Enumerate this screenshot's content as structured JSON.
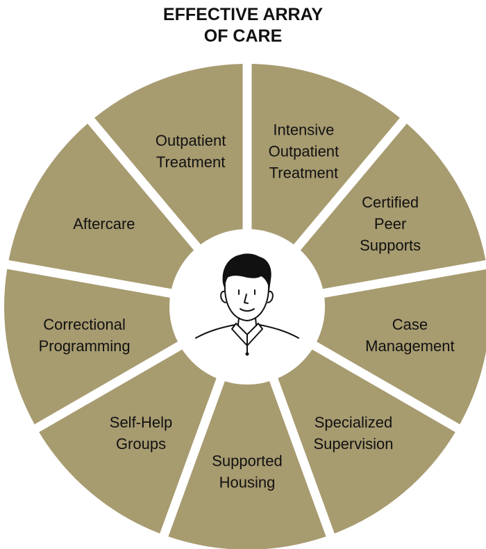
{
  "title": [
    "EFFECTIVE ARRAY",
    "OF CARE"
  ],
  "colors": {
    "segment": "#a79b70",
    "background": "#ffffff",
    "text": "#111111",
    "line": "#111111"
  },
  "center_icon": "person-avatar-icon",
  "segments": [
    {
      "name": "segment-intensive-outpatient-treatment",
      "lines": [
        "Intensive",
        "Outpatient",
        "Treatment"
      ]
    },
    {
      "name": "segment-certified-peer-supports",
      "lines": [
        "Certified",
        "Peer",
        "Supports"
      ]
    },
    {
      "name": "segment-case-management",
      "lines": [
        "Case",
        "Management"
      ]
    },
    {
      "name": "segment-specialized-supervision",
      "lines": [
        "Specialized",
        "Supervision"
      ]
    },
    {
      "name": "segment-supported-housing",
      "lines": [
        "Supported",
        "Housing"
      ]
    },
    {
      "name": "segment-self-help-groups",
      "lines": [
        "Self-Help",
        "Groups"
      ]
    },
    {
      "name": "segment-correctional-programming",
      "lines": [
        "Correctional",
        "Programming"
      ]
    },
    {
      "name": "segment-aftercare",
      "lines": [
        "Aftercare"
      ]
    },
    {
      "name": "segment-outpatient-treatment",
      "lines": [
        "Outpatient",
        "Treatment"
      ]
    }
  ]
}
